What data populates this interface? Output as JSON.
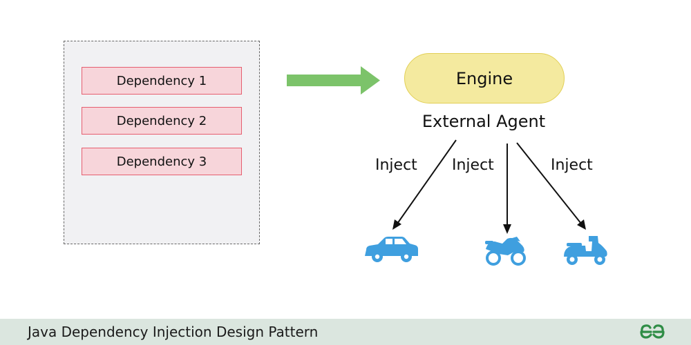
{
  "diagram": {
    "dependencies": [
      "Dependency 1",
      "Dependency 2",
      "Dependency 3"
    ],
    "engine_label": "Engine",
    "agent_label": "External Agent",
    "inject_labels": [
      "Inject",
      "Inject",
      "Inject"
    ],
    "vehicles": [
      "car-icon",
      "motorcycle-icon",
      "scooter-icon"
    ]
  },
  "footer": {
    "title": "Java Dependency Injection Design Pattern",
    "logo_icon": "gfg-logo-icon"
  },
  "colors": {
    "dependency_fill": "#f7d5da",
    "dependency_border": "#e65d6e",
    "engine_fill": "#f4ea9f",
    "arrow_green": "#7cc36a",
    "vehicle_blue": "#3f9fdf",
    "footer_bg": "#dbe6df",
    "logo_green": "#2f8d46"
  }
}
